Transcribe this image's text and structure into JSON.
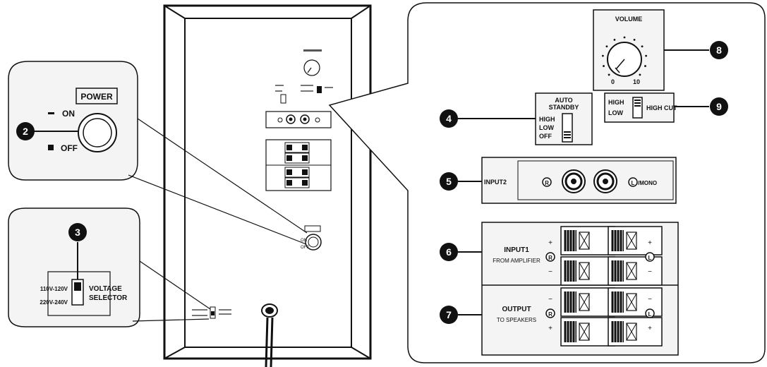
{
  "callouts": {
    "n2": "2",
    "n3": "3",
    "n4": "4",
    "n5": "5",
    "n6": "6",
    "n7": "7",
    "n8": "8",
    "n9": "9"
  },
  "power": {
    "title": "POWER",
    "on": "ON",
    "off": "OFF",
    "on_small": "ON",
    "off_small": "OFF"
  },
  "voltage": {
    "range_high": "110V-120V",
    "range_low": "220V-240V",
    "title_line1": "VOLTAGE",
    "title_line2": "SELECTOR"
  },
  "volume": {
    "title": "VOLUME",
    "min": "0",
    "max": "10"
  },
  "auto_standby": {
    "title_line1": "AUTO",
    "title_line2": "STANDBY",
    "opt_high": "HIGH",
    "opt_low": "LOW",
    "opt_off": "OFF"
  },
  "high_cut": {
    "opt_high": "HIGH",
    "opt_low": "LOW",
    "title": "HIGH CUT"
  },
  "input2": {
    "label": "INPUT2",
    "right": "R",
    "left": "L",
    "mono": "/MONO"
  },
  "input1": {
    "line1": "INPUT1",
    "line2": "FROM AMPLIFIER",
    "right": "R",
    "left": "L",
    "plus": "+",
    "minus": "−"
  },
  "output": {
    "line1": "OUTPUT",
    "line2": "TO SPEAKERS",
    "right": "R",
    "left": "L",
    "plus": "+",
    "minus": "−"
  },
  "colors": {
    "ink": "#111111",
    "panel_fill": "#f4f4f4",
    "callout": "#111111"
  }
}
